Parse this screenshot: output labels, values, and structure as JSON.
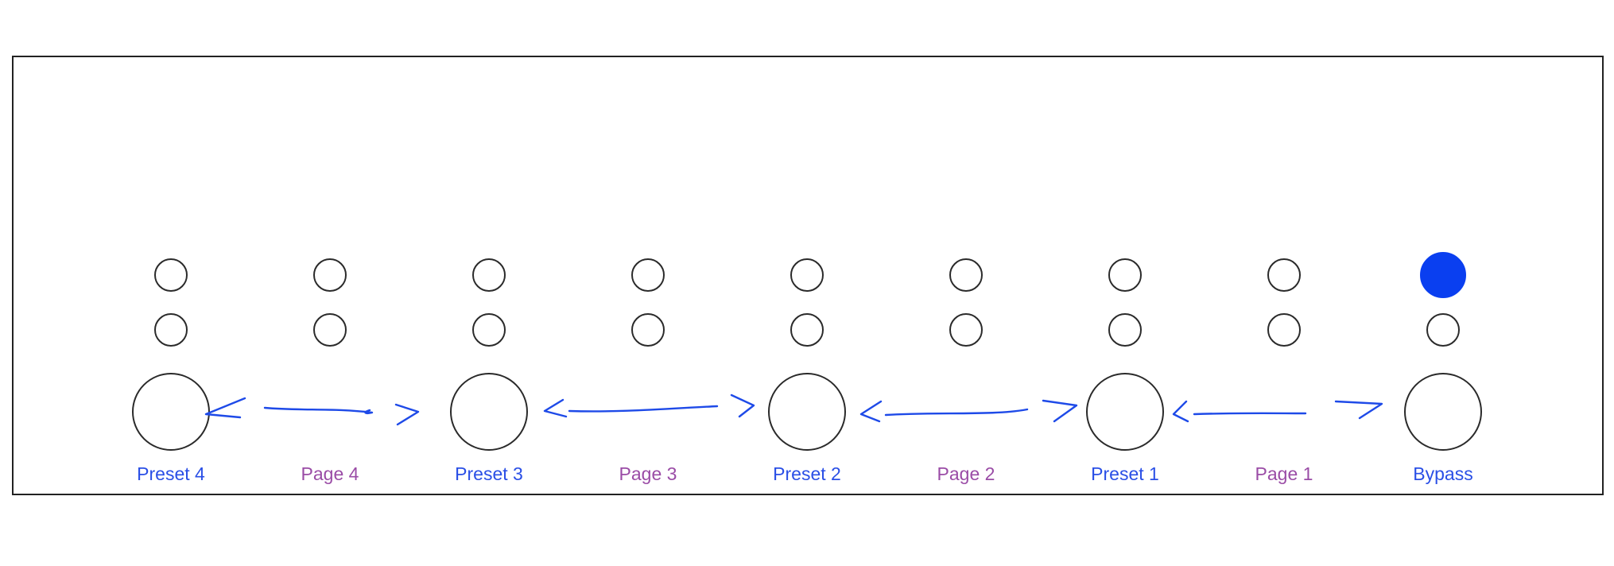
{
  "colors": {
    "panel_border": "#222222",
    "outline": "#2a2a2a",
    "led_active": "#0a3ff0",
    "preset_label": "#2a4fe6",
    "page_label": "#9a4ca6",
    "arrow": "#1e4ae8"
  },
  "buttons": [
    {
      "label": "Preset 4",
      "kind": "footswitch",
      "led_top_active": false,
      "led_bottom_active": false
    },
    {
      "label": "Page 4",
      "kind": "page",
      "led_top_active": false,
      "led_bottom_active": false
    },
    {
      "label": "Preset 3",
      "kind": "footswitch",
      "led_top_active": false,
      "led_bottom_active": false
    },
    {
      "label": "Page 3",
      "kind": "page",
      "led_top_active": false,
      "led_bottom_active": false
    },
    {
      "label": "Preset 2",
      "kind": "footswitch",
      "led_top_active": false,
      "led_bottom_active": false
    },
    {
      "label": "Page 2",
      "kind": "page",
      "led_top_active": false,
      "led_bottom_active": false
    },
    {
      "label": "Preset 1",
      "kind": "footswitch",
      "led_top_active": false,
      "led_bottom_active": false
    },
    {
      "label": "Page 1",
      "kind": "page",
      "led_top_active": false,
      "led_bottom_active": false
    },
    {
      "label": "Bypass",
      "kind": "footswitch",
      "led_top_active": true,
      "led_bottom_active": false
    }
  ]
}
